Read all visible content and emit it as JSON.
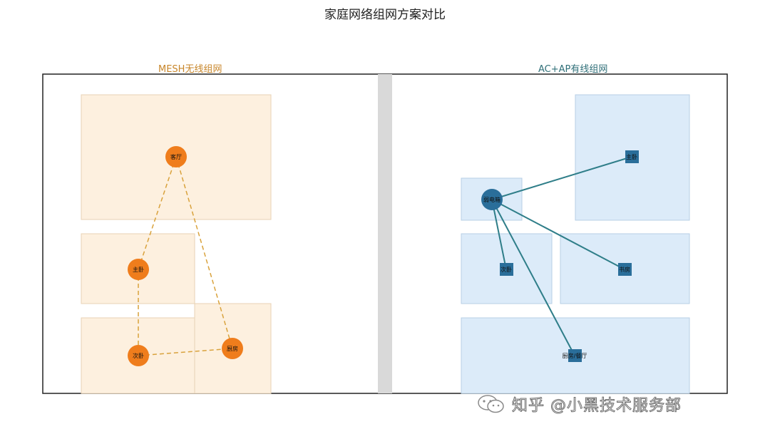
{
  "title": "家庭网络组网方案对比",
  "left_panel": {
    "subtitle": "MESH无线组网",
    "nodes": {
      "keting": "客厅",
      "zhuwo": "主卧",
      "ciwo": "次卧",
      "chufang": "厨房"
    }
  },
  "right_panel": {
    "subtitle": "AC+AP有线组网",
    "nodes": {
      "ruodianxiang": "弱电箱",
      "zhuwo": "主卧",
      "ciwo": "次卧",
      "shufang": "书房",
      "chufang_canting": "厨房/餐厅"
    }
  },
  "watermark": "知乎 @小黑技术服务部",
  "colors": {
    "mesh_room_fill": "#fdf0df",
    "mesh_node": "#ef7d1c",
    "mesh_link": "#d9a23c",
    "wired_room_fill": "#dcebf9",
    "wired_node": "#2a6e9a",
    "wired_link": "#2f7e89",
    "divider": "#d9d9d9"
  }
}
